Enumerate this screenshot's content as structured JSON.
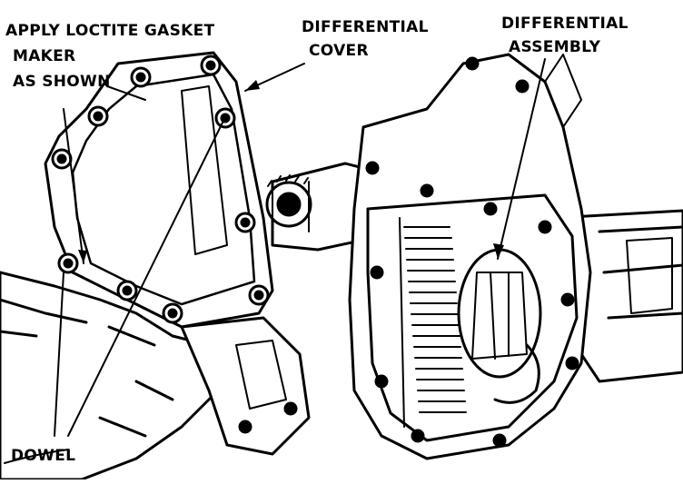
{
  "labels": {
    "loctite_line1": "APPLY LOCTITE GASKET",
    "loctite_line2": "MAKER",
    "loctite_line3": "AS SHOWN",
    "cover_line1": "DIFFERENTIAL",
    "cover_line2": "COVER",
    "assembly_line1": "DIFFERENTIAL",
    "assembly_line2": "ASSEMBLY",
    "dowel": "DOWEL"
  },
  "colors": {
    "ink": "#000000",
    "paper": "#ffffff"
  }
}
